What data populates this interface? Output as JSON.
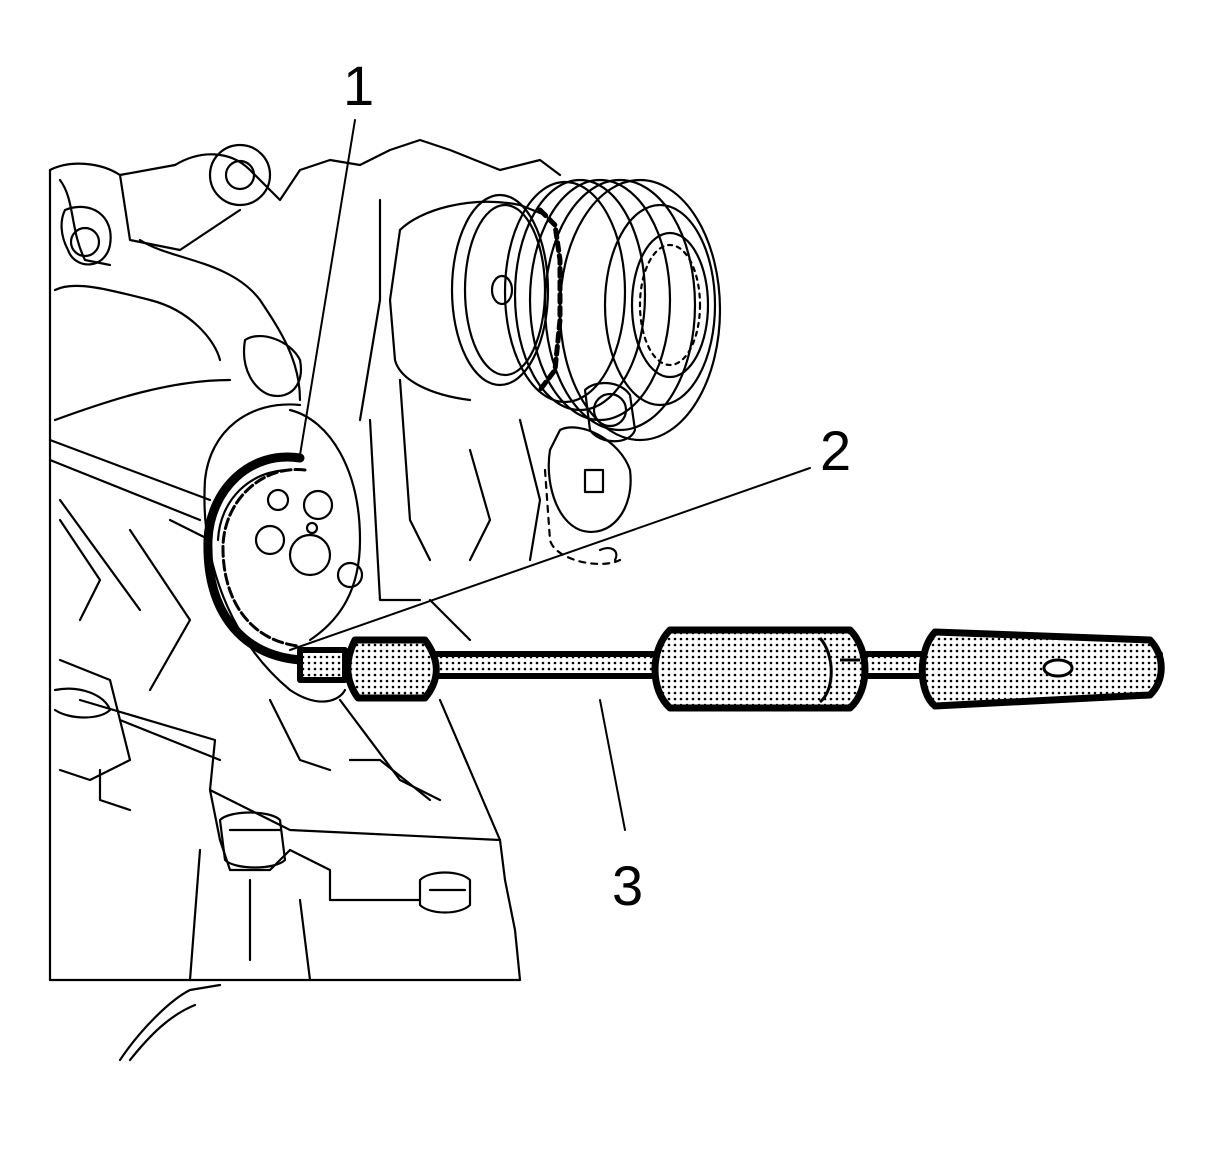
{
  "callouts": [
    {
      "id": "1",
      "label": "1"
    },
    {
      "id": "2",
      "label": "2"
    },
    {
      "id": "3",
      "label": "3"
    }
  ],
  "colors": {
    "line": "#000000",
    "background": "#ffffff",
    "tool_fill": "#d9d9d9"
  }
}
